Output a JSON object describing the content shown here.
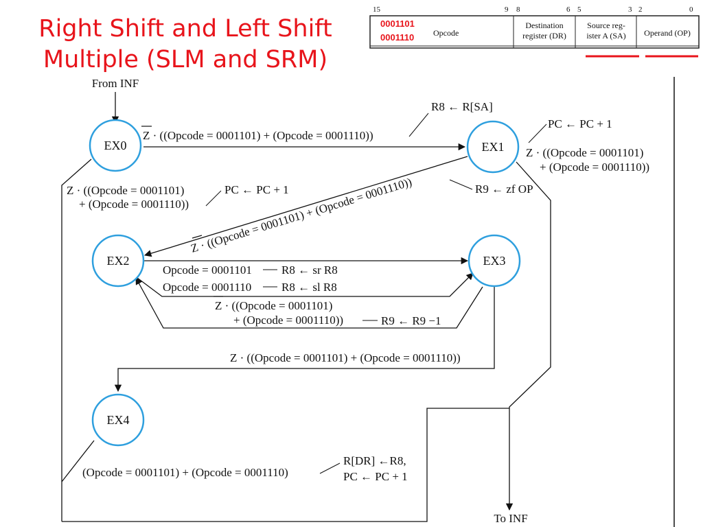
{
  "title": {
    "line1": "Right Shift and Left Shift",
    "line2": "Multiple (SLM and SRM)"
  },
  "format": {
    "bits": [
      "15",
      "9",
      "8",
      "6",
      "5",
      "3",
      "2",
      "0"
    ],
    "opcodes": [
      "0001101",
      "0001110"
    ],
    "fields": {
      "opcode": "Opcode",
      "dr_line1": "Destination",
      "dr_line2": "register (DR)",
      "sa_line1": "Source reg-",
      "sa_line2": "ister A (SA)",
      "op": "Operand (OP)"
    }
  },
  "states": {
    "ex0": "EX0",
    "ex1": "EX1",
    "ex2": "EX2",
    "ex3": "EX3",
    "ex4": "EX4"
  },
  "labels": {
    "from_inf": "From INF",
    "to_inf": "To INF",
    "cond_ex0_ex1": "Z · ((Opcode = 0001101) + (Opcode = 0001110))",
    "act_r8_rsa": "R8 ← R[SA]",
    "act_pc_top": "PC ← PC + 1",
    "cond_ex1_exit_l1": "Z · ((Opcode = 0001101)",
    "cond_ex1_exit_l2": "+ (Opcode = 0001110))",
    "cond_ex0_exit_l1": "Z · ((Opcode = 0001101)",
    "cond_ex0_exit_l2": "+ (Opcode = 0001110))",
    "act_pc_left": "PC ← PC + 1",
    "cond_ex1_ex2": "Z · ((Opcode = 0001101) + (Opcode = 0001110))",
    "act_r9_zf": "R9 ← zf OP",
    "cond_sr": "Opcode = 0001101",
    "act_sr": "R8 ← sr R8",
    "cond_sl": "Opcode = 0001110",
    "act_sl": "R8 ← sl R8",
    "cond_loop_l1": "Z · ((Opcode = 0001101)",
    "cond_loop_l2": "+ (Opcode = 0001110))",
    "act_r9_dec": "R9 ← R9 −1",
    "cond_ex3_ex4": "Z · ((Opcode = 0001101) + (Opcode = 0001110))",
    "cond_ex4_exit": "(Opcode = 0001101) + (Opcode = 0001110)",
    "act_rdr_l1": "R[DR] ←R8,",
    "act_rdr_l2": "PC ← PC + 1"
  },
  "colors": {
    "state_stroke": "#2e9fde",
    "red": "#e8141b"
  }
}
